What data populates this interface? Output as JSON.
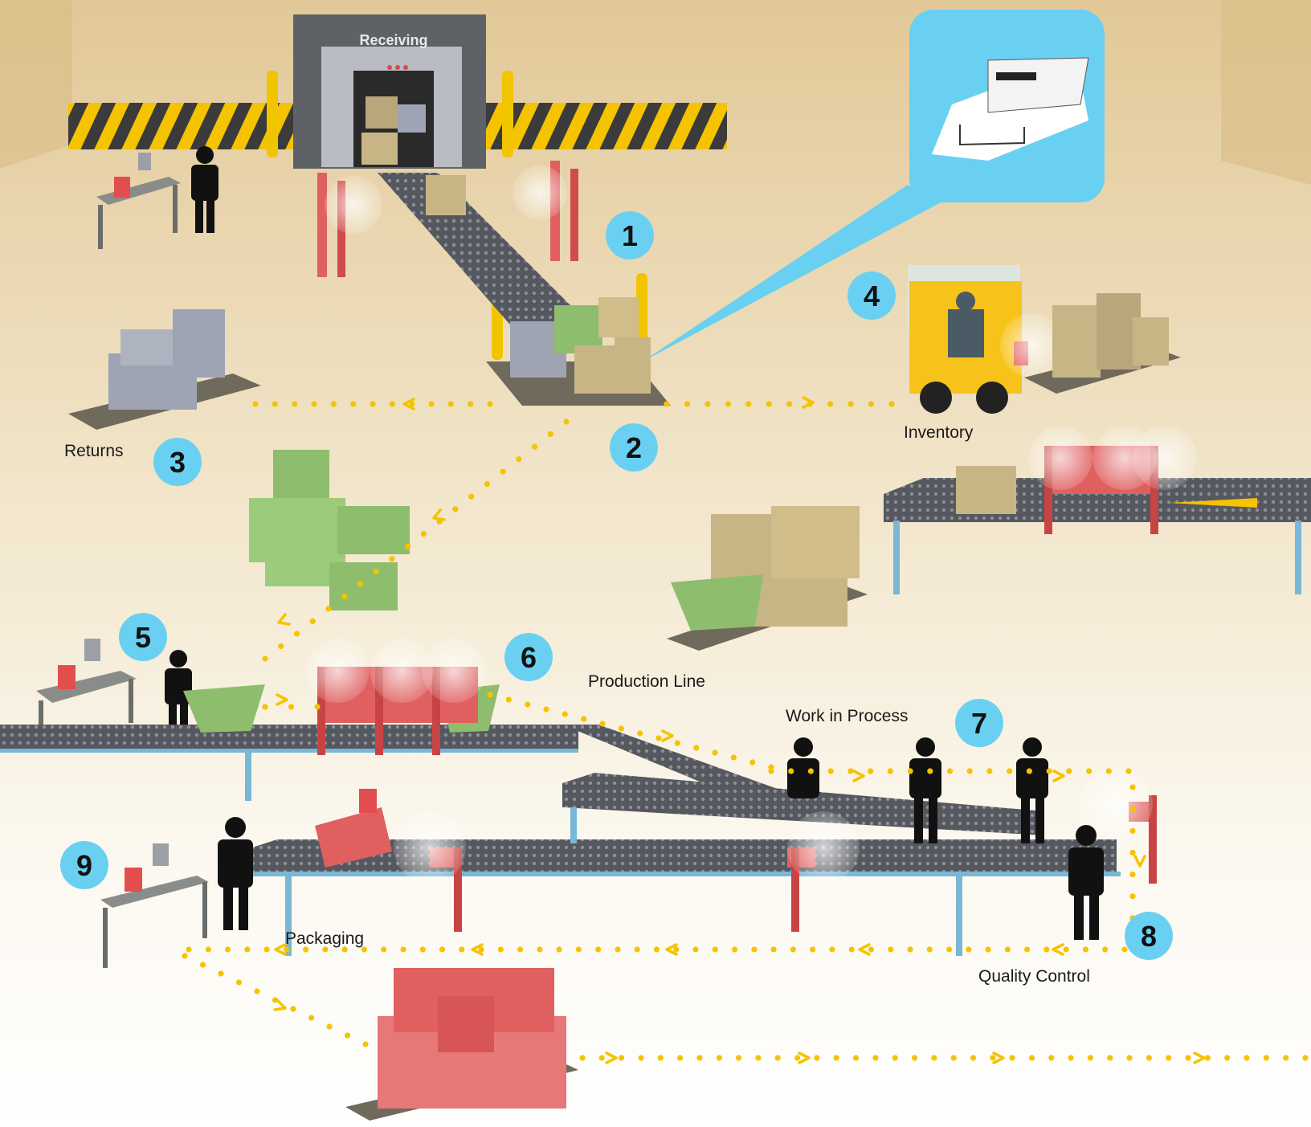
{
  "header": {
    "receiving_label": "Receiving"
  },
  "areas": [
    {
      "id": "returns",
      "label": "Returns"
    },
    {
      "id": "inventory",
      "label": "Inventory"
    },
    {
      "id": "production",
      "label": "Production Line"
    },
    {
      "id": "wip",
      "label": "Work in Process"
    },
    {
      "id": "packaging",
      "label": "Packaging"
    },
    {
      "id": "qc",
      "label": "Quality Control"
    }
  ],
  "steps": [
    "1",
    "2",
    "3",
    "4",
    "5",
    "6",
    "7",
    "8",
    "9"
  ],
  "colors": {
    "flow_accent": "#f5c300",
    "step_badge": "#6ad0f2",
    "rfid_gate": "#e06060",
    "forklift": "#f7c21a",
    "warehouse_bg": "#e8d3a6",
    "conveyor": "#5a5d63"
  },
  "icons": [
    "rfid-gate-icon",
    "forklift-icon",
    "worker-icon",
    "workstation-icon",
    "pallet-icon",
    "rfid-label-icon"
  ]
}
